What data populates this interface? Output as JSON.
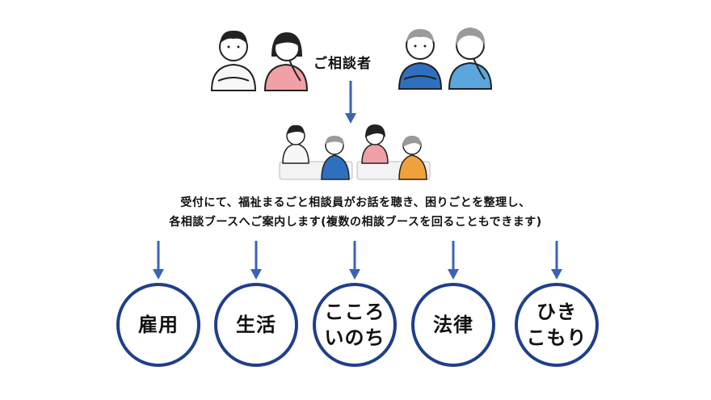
{
  "top_label": "ご相談者",
  "description": {
    "line1": "受付にて、福祉まるごと相談員がお話を聴き、困りごとを整理し、",
    "line2": "各相談ブースへご案内します(複数の相談ブースを回ることもできます)"
  },
  "booths": [
    {
      "lines": [
        "雇用"
      ]
    },
    {
      "lines": [
        "生活"
      ]
    },
    {
      "lines": [
        "こころ",
        "いのち"
      ]
    },
    {
      "lines": [
        "法律"
      ]
    },
    {
      "lines": [
        "ひき",
        "こもり"
      ]
    }
  ],
  "colors": {
    "arrow": "#3a63b8",
    "circle_border": "#1f3f8a",
    "blue_shirt": "#2f6fc0",
    "light_blue_shirt": "#5aa6dd",
    "pink_shirt": "#f0a0a6",
    "orange_shirt": "#f0a23a"
  },
  "icons": {
    "consultee_1": "young-man-arms-crossed-icon",
    "consultee_2": "young-woman-worried-icon",
    "consultee_3": "older-man-arms-crossed-icon",
    "consultee_4": "older-woman-worried-icon",
    "counseling_1": "counseling-session-icon",
    "counseling_2": "counseling-session-icon"
  }
}
